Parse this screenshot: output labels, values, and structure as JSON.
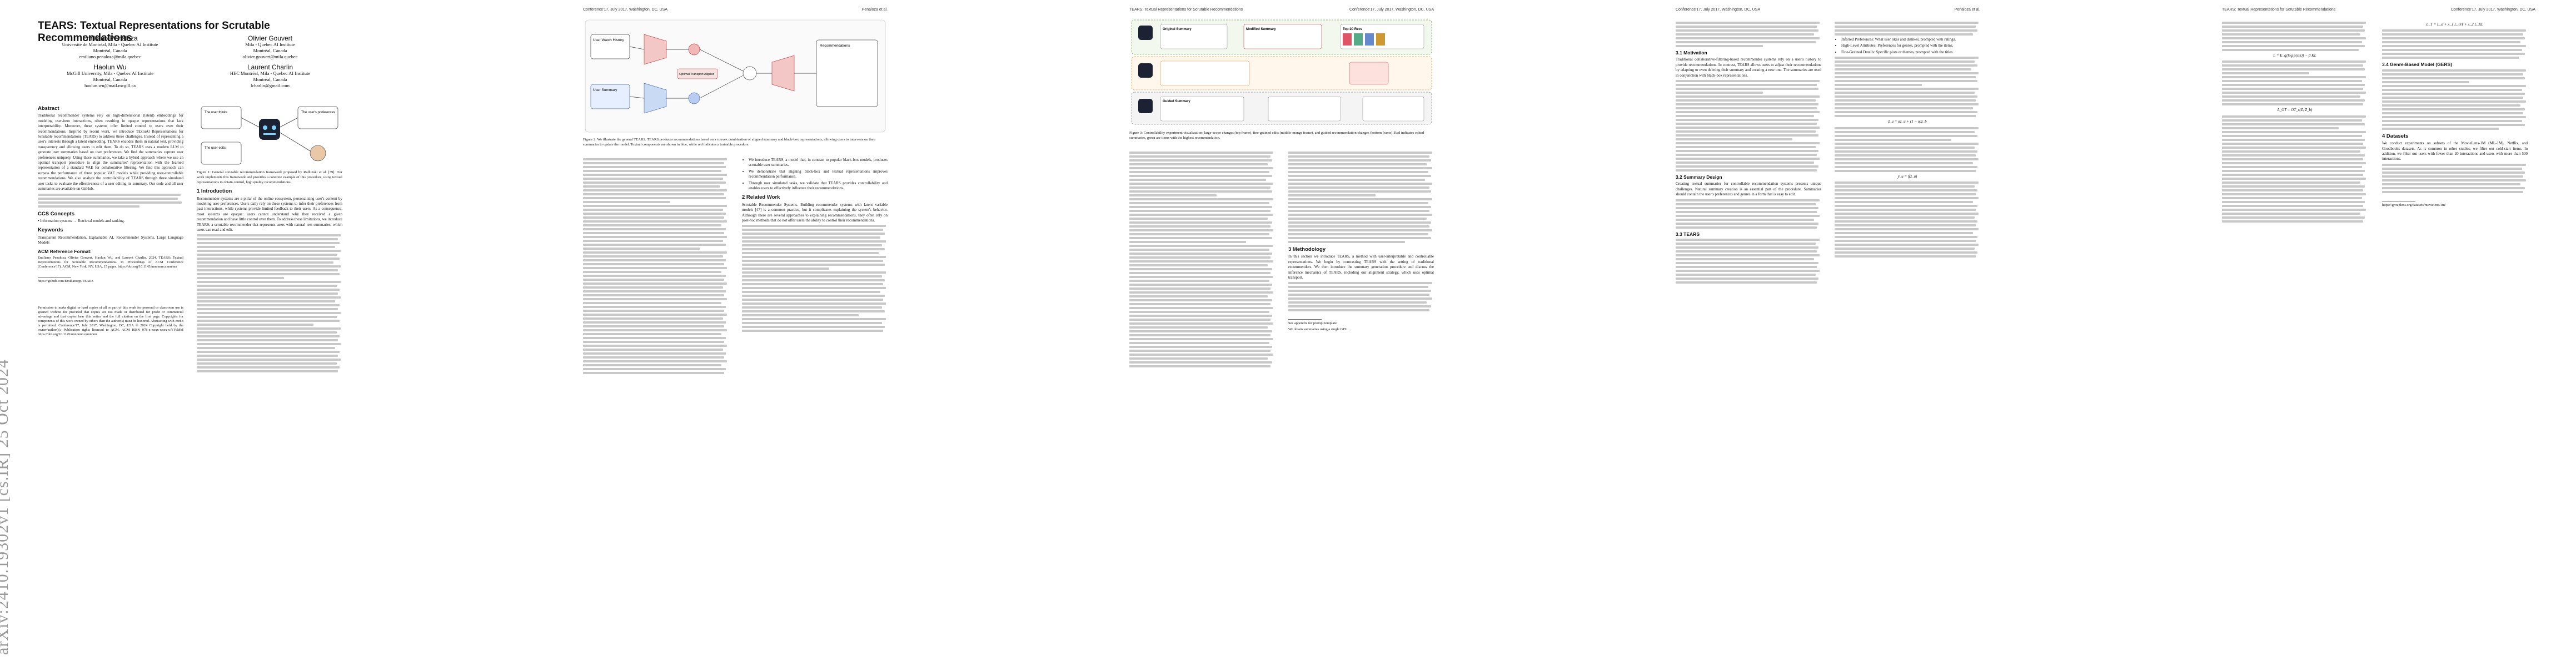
{
  "arxiv_stamp": "arXiv:2410.19302v1  [cs.IR]  25 Oct 2024",
  "running_head": {
    "left": "Conference'17, July 2017, Washington, DC, USA",
    "center": "TEARS: Textual Representations for Scrutable Recommendations",
    "right": "Penaloza et al."
  },
  "page1": {
    "title": "TEARS: Textual Representations for Scrutable Recommendations",
    "authors": [
      {
        "name": "Emiliano Penaloza",
        "l1": "Université de Montréal, Mila - Quebec AI Institute",
        "l2": "Montréal, Canada",
        "l3": "emiliano.penaloza@mila.quebec"
      },
      {
        "name": "Olivier Gouvert",
        "l1": "Mila - Quebec AI Institute",
        "l2": "Montréal, Canada",
        "l3": "olivier.gouvert@mila.quebec"
      },
      {
        "name": "Haolun Wu",
        "l1": "McGill University, Mila - Quebec AI Institute",
        "l2": "Montréal, Canada",
        "l3": "haolun.wu@mail.mcgill.ca"
      },
      {
        "name": "Laurent Charlin",
        "l1": "HEC Montréal, Mila - Quebec AI Institute",
        "l2": "Montréal, Canada",
        "l3": "lcharlin@gmail.com"
      }
    ],
    "abstract_head": "Abstract",
    "abstract": "Traditional recommender systems rely on high-dimensional (latent) embeddings for modeling user-item interactions, often resulting in opaque representations that lack interpretability. Moreover, these systems offer limited control to users over their recommendations. Inspired by recent work, we introduce TExtuAl Representations for Scrutable recommendations (TEARS) to address these challenges. Instead of representing a user's interests through a latent embedding, TEARS encodes them in natural text, providing transparency and allowing users to edit them. To do so, TEARS uses a modern LLM to generate user summaries based on user preferences. We find the summaries capture user preferences uniquely. Using these summaries, we take a hybrid approach where we use an optimal transport procedure to align the summaries' representation with the learned representation of a standard VAE for collaborative filtering. We find this approach can surpass the performance of three popular VAE models while providing user-controllable recommendations. We also analyze the controllability of TEARS through three simulated user tasks to evaluate the effectiveness of a user editing its summary. Our code and all user summaries are available on GitHub.",
    "ccs_head": "CCS Concepts",
    "ccs": "• Information systems → Retrieval models and ranking.",
    "kw_head": "Keywords",
    "keywords": "Transparent Recommendation, Explainable AI, Recommender Systems, Large Language Models",
    "acm_head": "ACM Reference Format:",
    "acm": "Emiliano Penaloza, Olivier Gouvert, Haolun Wu, and Laurent Charlin. 2024. TEARS: Textual Representations for Scrutable Recommendations. In Proceedings of ACM Conference (Conference'17). ACM, New York, NY, USA, 15 pages. https://doi.org/10.1145/nnnnnnn.nnnnnnn",
    "footnote": "https://github.com/Emilianopp/TEARS",
    "permission": "Permission to make digital or hard copies of all or part of this work for personal or classroom use is granted without fee provided that copies are not made or distributed for profit or commercial advantage and that copies bear this notice and the full citation on the first page. Copyrights for components of this work owned by others than the author(s) must be honored. Abstracting with credit is permitted. Conference'17, July 2017, Washington, DC, USA © 2024 Copyright held by the owner/author(s). Publication rights licensed to ACM. ACM ISBN 978-x-xxxx-xxxx-x/YY/MM https://doi.org/10.1145/nnnnnnn.nnnnnnn",
    "fig1_caption": "Figure 1: General scrutable recommendation framework proposed by Radlinski et al. [39]. Our work implements this framework and provides a concrete example of this procedure, using textual representations to obtain control, high quality recommendations.",
    "fig1_labels": {
      "a": "The user thinks",
      "b": "The user's preferences",
      "c": "The user edits"
    },
    "intro_head": "1  Introduction",
    "intro": "Recommender systems are a pillar of the online ecosystem, personalizing user's content by modeling user preferences. Users daily rely on these systems to infer their preferences from past interactions, while systems provide limited feedback to their users. As a consequence, most systems are opaque: users cannot understand why they received a given recommendation and have little control over them. To address these limitations, we introduce TEARS, a scrutable recommender that represents users with natural text summaries, which users can read and edit."
  },
  "page2": {
    "fig2_caption": "Figure 2: We illustrate the general TEARS. TEARS produces recommendations based on a convex combination of aligned summary and black-box representations, allowing users to intervene on their summaries to update the model. Textual components are shown in blue, while red indicates a trainable procedure.",
    "fig2_labels": {
      "ot": "Optimal Transport Aligned",
      "watch": "User Watch History",
      "summary": "User Summary",
      "rec": "Recommendations"
    },
    "related_head": "2  Related Work",
    "related": "Scrutable Recommender Systems. Building recommender systems with latent variable models [47] is a common practice, but it complicates explaining the system's behavior. Although there are several approaches to explaining recommendations, they often rely on post-hoc methods that do not offer users the ability to control their recommendations.",
    "contrib": [
      "We introduce TEARS, a model that, in contrast to popular black-box models, produces scrutable user summaries.",
      "We demonstrate that aligning black-box and textual representations improves recommendation performance.",
      "Through user simulated tasks, we validate that TEARS provides controllability and enables users to effectively influence their recommendations."
    ]
  },
  "page3": {
    "fig3_caption": "Figure 3: Controllability experiment visualization: large-scope changes (top frame), fine-grained edits (middle-orange frame), and guided recommendation changes (bottom frame). Red indicates edited summaries, green are items with the highest recommendation.",
    "fig3_labels": {
      "orig": "Original Summary",
      "new": "Modified Summary",
      "guided": "Guided Summary",
      "top": "Top-20 Recs"
    },
    "method_head": "3  Methodology",
    "method": "In this section we introduce TEARS, a method with user-interpretable and controllable representations. We begin by contrasting TEARS with the setting of traditional recommenders. We then introduce the summary generation procedure and discuss the inference mechanics of TEARS, including our alignment strategy, which uses optimal transport.",
    "fn1": "See appendix for prompt template.",
    "fn2": "We obtain summaries using a single GPU."
  },
  "page4": {
    "motiv_head": "3.1  Motivation",
    "motiv": "Traditional collaborative-filtering-based recommender systems rely on a user's history to provide recommendations. In contrast, TEARS allows users to adjust their recommendations by adapting or even deleting their summary and creating a new one. The summaries are used in conjunction with black-box representations.",
    "summary_head": "3.2  Summary Design",
    "summary": "Creating textual summaries for controllable recommendation systems presents unique challenges. Natural summary creation is an essential part of the procedure. Summaries should contain the user's preferences and genres in a form that is easy to edit.",
    "tears_head": "3.3  TEARS",
    "bullets": [
      "Inferred Preferences: What user likes and dislikes, prompted with ratings.",
      "High-Level Attributes: Preferences for genres, prompted with the items.",
      "Fine-Grained Details: Specific plots or themes, prompted with the titles."
    ],
    "eq1": "ẑ_u = αz_u + (1 − α)z_b",
    "eq2": "ŷ_u = f(ẑ_u)"
  },
  "page5": {
    "gers_head": "3.4  Genre-Based Model (GERS)",
    "datasets_head": "4  Datasets",
    "body": "We conduct experiments on subsets of the MovieLens-1M (ML-1M), Netflix, and Goodbooks datasets. As is common in other studies, we filter out cold-start items. In addition, we filter out users with fewer than 20 interactions and users with more than 500 interactions.",
    "eq3": "L = E_q[log p(x|z)] − β KL",
    "eq4": "L_T = L_α + λ_1 L_OT + λ_2 L_KL",
    "eq5": "L_OT = OT_ε(Z, Z_b)",
    "fn": "https://grouplens.org/datasets/movielens/1m/"
  }
}
